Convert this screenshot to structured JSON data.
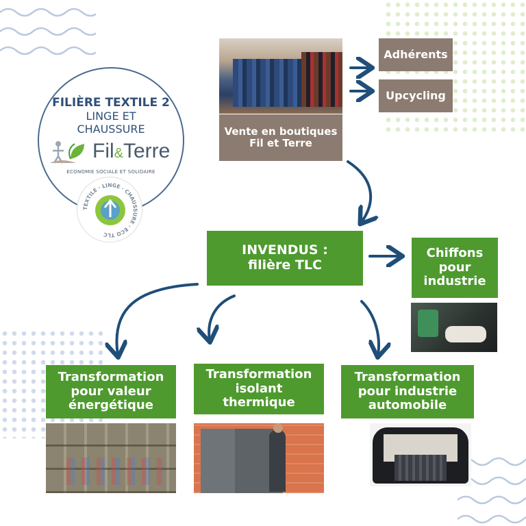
{
  "logo": {
    "title_line1": "FILIÈRE TEXTILE 2",
    "title_line2": "LINGE ET",
    "title_line3": "CHAUSSURE",
    "brand_fil": "Fil",
    "brand_amp": "&",
    "brand_terre": "Terre",
    "tagline": "ECONOMIE SOCIALE ET SOLIDAIRE",
    "badge_text": "TEXTILE · LINGE · CHAUSSURE · ECO TLC"
  },
  "nodes": {
    "vente": "Vente en boutiques\nFil et Terre",
    "adherents": "Adhérents",
    "upcycling": "Upcycling",
    "invendus": "INVENDUS :\nfilière TLC",
    "chiffons": "Chiffons\npour\nindustrie",
    "energie": "Transformation\npour valeur\nénergétique",
    "isolant": "Transformation\nisolant\nthermique",
    "automobile": "Transformation\npour industrie\nautomobile"
  },
  "colors": {
    "green": "#4e9a2e",
    "taupe": "#8c7b70",
    "arrow": "#1f4e79",
    "logo_blue": "#2f4f78"
  }
}
